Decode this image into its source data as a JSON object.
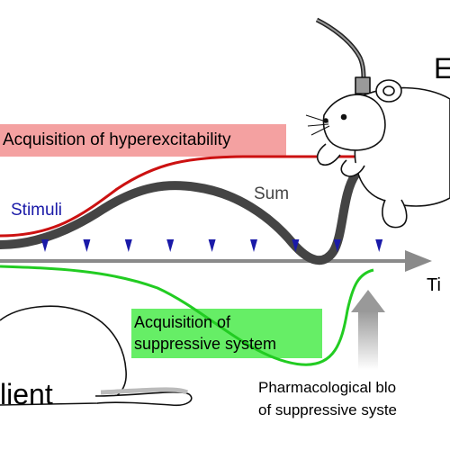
{
  "diagram": {
    "corner_label_top": "E",
    "hyperexcitability_label": "Acquisition of hyperexcitability",
    "stimuli_label": "Stimuli",
    "sum_label": "Sum",
    "time_label": "Ti",
    "suppressive_label_line1": "Acquisition of",
    "suppressive_label_line2": "suppressive system",
    "pharm_label_line1": "Pharmacological blo",
    "pharm_label_line2": "of suppressive syste",
    "client_label": "lient",
    "colors": {
      "hyperexcitability_curve": "#cc1111",
      "hyperexcitability_banner": "#f4a1a1",
      "suppressive_curve": "#22cc22",
      "suppressive_banner": "#66ee66",
      "sum_curve": "#444444",
      "time_axis": "#888888",
      "stimulus_marker": "#1a1aa8"
    },
    "stimulus_count": 9,
    "icons": [
      "mouse-with-electrode-illustration",
      "resting-mouse-illustration",
      "upward-gradient-arrow",
      "stimulus-marker-icon"
    ]
  }
}
